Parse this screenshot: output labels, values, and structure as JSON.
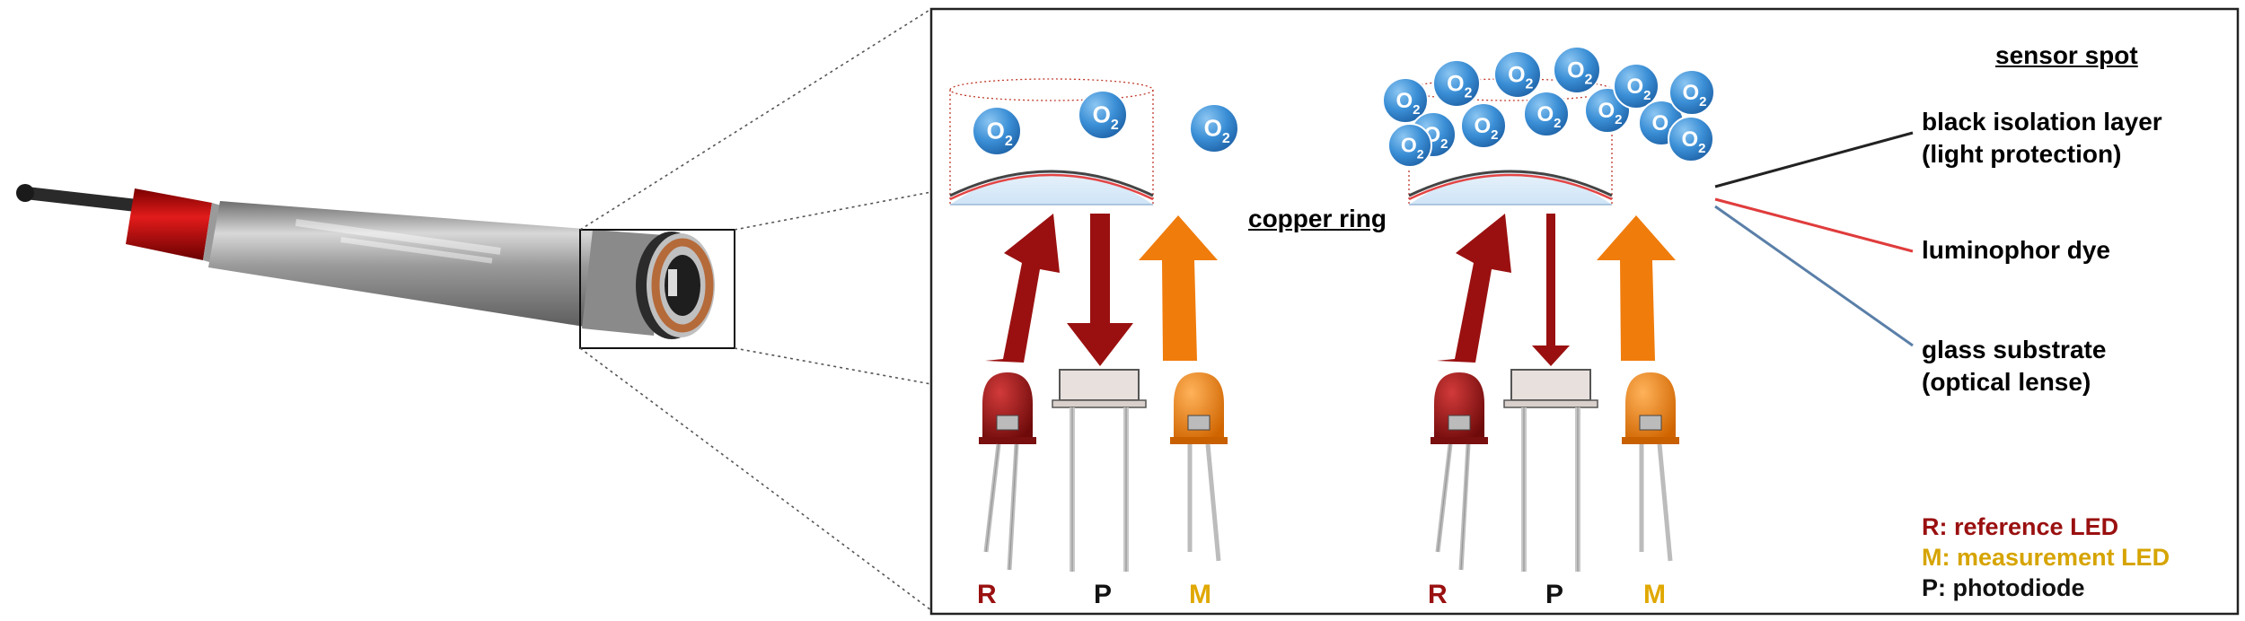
{
  "labels": {
    "copper_ring": "copper ring",
    "sensor_spot_title": "sensor spot",
    "isolation_line1": "black isolation layer",
    "isolation_line2": "(light protection)",
    "luminophor": "luminophor dye",
    "substrate_line1": "glass substrate",
    "substrate_line2": "(optical lense)",
    "bubble_text": "O2",
    "component_r": "R",
    "component_p": "P",
    "component_m": "M"
  },
  "legend": {
    "r": "R: reference LED",
    "m": "M: measurement LED",
    "p": "P: photodiode"
  },
  "colors": {
    "reference_led": "#9a1010",
    "measurement_led": "#f07c0c",
    "legend_m_text": "#d6a400",
    "o2_bubble": "#3b8fd6",
    "isolation_layer": "#222222",
    "luminophor_dye": "#e03c3c",
    "glass_substrate": "#5a7fa8",
    "sensor_cap": "#c0392b"
  }
}
